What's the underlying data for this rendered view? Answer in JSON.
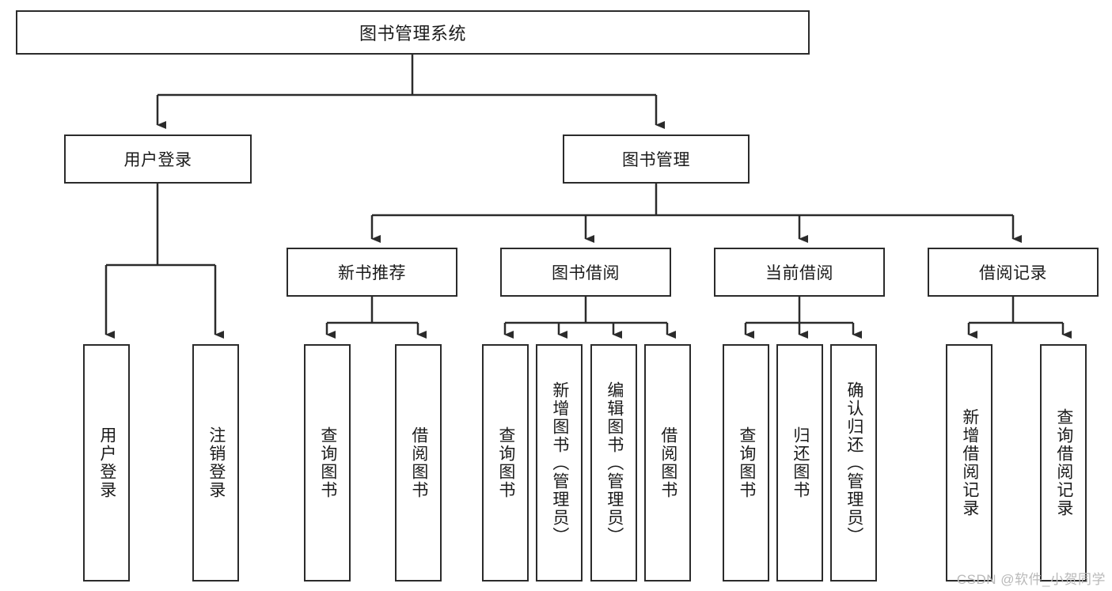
{
  "diagram": {
    "title": "图书管理系统",
    "type": "tree-hierarchy-chart",
    "root": {
      "label": "图书管理系统"
    },
    "level1": [
      {
        "label": "用户登录"
      },
      {
        "label": "图书管理"
      }
    ],
    "level2": [
      {
        "label": "新书推荐"
      },
      {
        "label": "图书借阅"
      },
      {
        "label": "当前借阅"
      },
      {
        "label": "借阅记录"
      }
    ],
    "leaves": {
      "user_login": [
        {
          "label": "用户登录"
        },
        {
          "label": "注销登录"
        }
      ],
      "new_book_recommend": [
        {
          "label": "查询图书"
        },
        {
          "label": "借阅图书"
        }
      ],
      "book_borrow": [
        {
          "label": "查询图书"
        },
        {
          "label": "新增图书（管理员）"
        },
        {
          "label": "编辑图书（管理员）"
        },
        {
          "label": "借阅图书"
        }
      ],
      "current_borrow": [
        {
          "label": "查询图书"
        },
        {
          "label": "归还图书"
        },
        {
          "label": "确认归还（管理员）"
        }
      ],
      "borrow_record": [
        {
          "label": "新增借阅记录"
        },
        {
          "label": "查询借阅记录"
        }
      ]
    }
  },
  "watermark": {
    "text": "CSDN @软件_小贺同学"
  },
  "colors": {
    "box_border": "#2b2b2b",
    "box_fill": "#ffffff",
    "connector": "#2b2b2b",
    "text": "#1b1b1b",
    "watermark": "#b9b9b9"
  }
}
